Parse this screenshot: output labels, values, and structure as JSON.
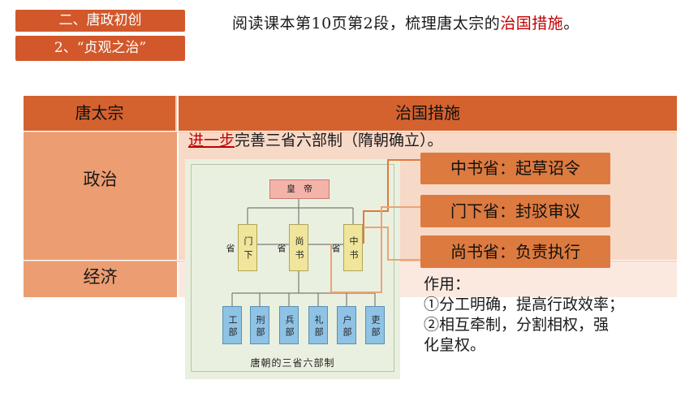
{
  "header": {
    "section_tag": "二、唐政初创",
    "subsection_tag": "2、“贞观之治”",
    "instruction_prefix": "阅读课本第10页第2段，梳理唐太宗的",
    "instruction_highlight": "治国措施",
    "instruction_suffix": "。"
  },
  "table": {
    "col_emperor": "唐太宗",
    "col_measures": "治国措施",
    "row_politics": "政治",
    "row_economy": "经济",
    "politics_emphasis": "进一步",
    "politics_text": "完善三省六部制（隋朝确立）。"
  },
  "chart": {
    "emperor": "皇帝",
    "departments": [
      "门下省",
      "尚书省",
      "中书省"
    ],
    "ministries": [
      "工部",
      "刑部",
      "兵部",
      "礼部",
      "户部",
      "吏部"
    ],
    "caption": "唐朝的三省六部制"
  },
  "callouts": {
    "zhongshu": "中书省：起草诏令",
    "menxia": "门下省：封驳审议",
    "shangshu": "尚书省：负责执行"
  },
  "effects": {
    "title": "作用：",
    "item1": "①分工明确，提高行政效率；",
    "item2": "②相互牵制，分割相权，强",
    "item3": "化皇权。"
  },
  "colors": {
    "accent": "#d2582b",
    "callout": "#dd7a3f",
    "highlight": "#c00000"
  }
}
